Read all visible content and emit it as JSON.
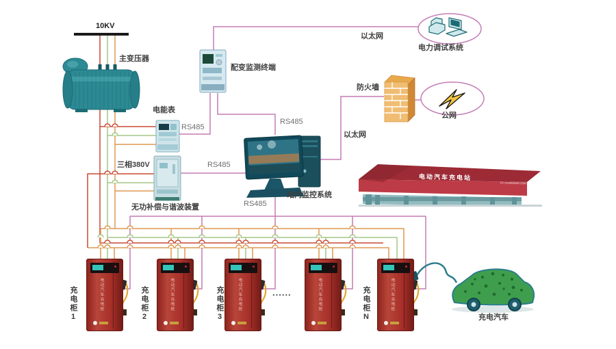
{
  "labels": {
    "voltage": "10KV",
    "transformer": "主变压器",
    "meter": "电能表",
    "rs485": "RS485",
    "three_phase": "三相380V",
    "compensation": "无功补偿与谐波装置",
    "terminal": "配变监测终端",
    "station_monitor": "站内监控系统",
    "ethernet": "以太网",
    "dispatch": "电力调试系统",
    "firewall": "防火墙",
    "public_net": "公网",
    "dots": "......",
    "charging_car": "充电汽车",
    "station_sign": "电动汽车充电站",
    "station_sign_sub": "EV CHARGING STATION",
    "cabinet_body_text": "电动汽车充电桩"
  },
  "cabinets": [
    {
      "label": "充电柜1"
    },
    {
      "label": "充电柜2"
    },
    {
      "label": "充电柜3"
    },
    {
      "label": ""
    },
    {
      "label": "充电柜N"
    }
  ],
  "colors": {
    "wire_rs485_purple": "#c47cb4",
    "wire_phase_red": "#c84a33",
    "wire_phase_green": "#a3c585",
    "wire_phase_orange": "#dd9950",
    "busbar_black": "#1a1a1a",
    "cabinet_red": "#a8302a",
    "device_teal": "#2c8a94",
    "building_roof_red": "#b93945",
    "car_green": "#3f9e4d",
    "firewall_orange": "#f0bd72"
  }
}
